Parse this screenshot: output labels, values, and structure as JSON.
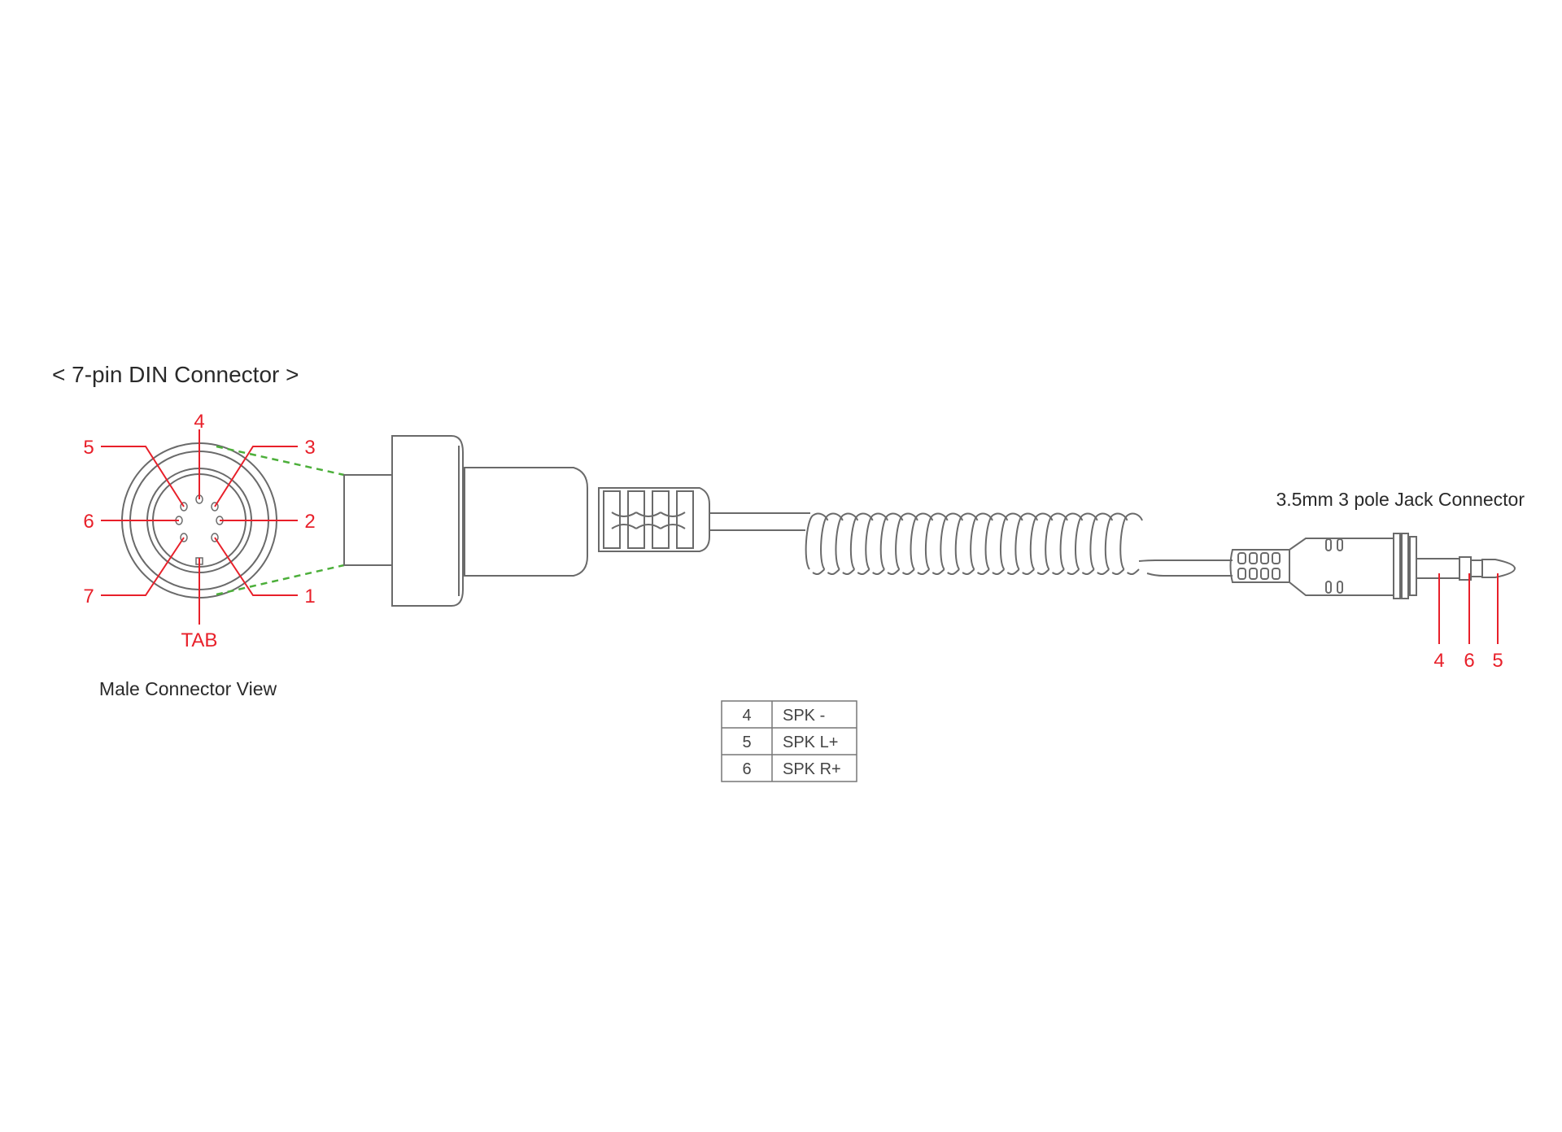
{
  "din": {
    "title": "< 7-pin DIN Connector >",
    "view_label": "Male Connector View",
    "pins": {
      "p1": "1",
      "p2": "2",
      "p3": "3",
      "p4": "4",
      "p5": "5",
      "p6": "6",
      "p7": "7",
      "tab": "TAB"
    }
  },
  "jack": {
    "title": "3.5mm 3 pole Jack Connector",
    "pins": [
      "4",
      "6",
      "5"
    ]
  },
  "table": {
    "rows": [
      {
        "pin": "4",
        "signal": "SPK -"
      },
      {
        "pin": "5",
        "signal": "SPK L+"
      },
      {
        "pin": "6",
        "signal": "SPK R+"
      }
    ]
  },
  "colors": {
    "label": "#e8202a",
    "outline": "#6a6a6a",
    "guide": "#4caf3a"
  }
}
